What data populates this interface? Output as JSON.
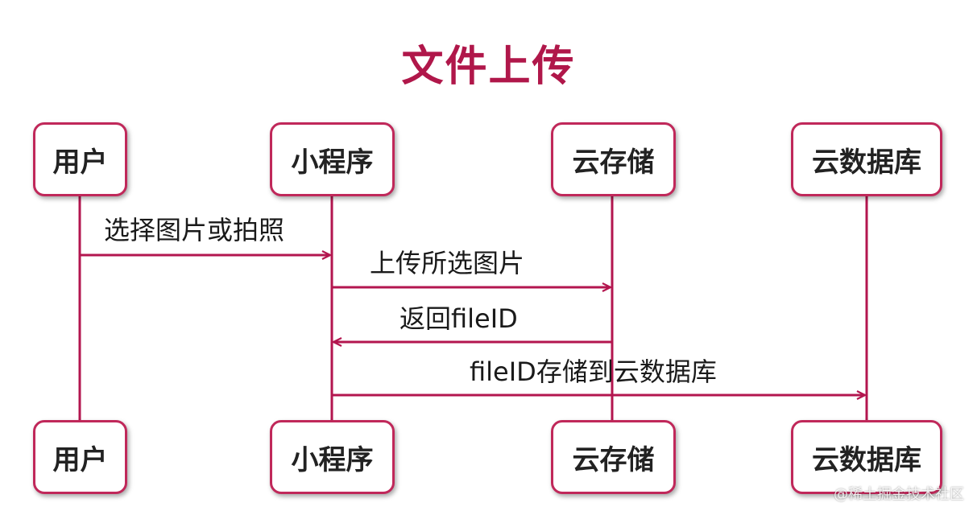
{
  "title": "文件上传",
  "actors": [
    "用户",
    "小程序",
    "云存储",
    "云数据库"
  ],
  "messages": [
    {
      "from": 0,
      "to": 1,
      "label": "选择图片或拍照"
    },
    {
      "from": 1,
      "to": 2,
      "label": "上传所选图片"
    },
    {
      "from": 2,
      "to": 1,
      "label": "返回fileID"
    },
    {
      "from": 1,
      "to": 3,
      "label": "fileID存储到云数据库"
    }
  ],
  "watermark": "@稀土掘金技术社区",
  "colors": {
    "accent": "#b0174a",
    "line": "#b3164f",
    "border": "#c0285a"
  }
}
